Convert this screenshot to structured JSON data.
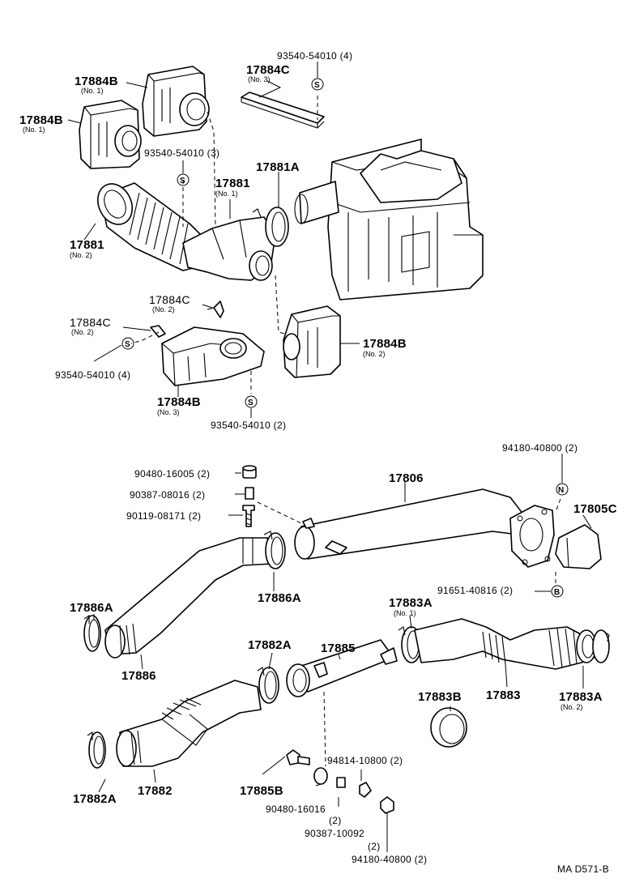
{
  "labels": {
    "p17884B_no1_top": "17884B",
    "p17884B_no1_top_sub": "(No. 1)",
    "p17884B_no1_left": "17884B",
    "p17884B_no1_left_sub": "(No. 1)",
    "p17884C_no3": "17884C",
    "p17884C_no3_sub": "(No. 3)",
    "s93540_4_top": "93540-54010 (4)",
    "s93540_3": "93540-54010 (3)",
    "p17881A": "17881A",
    "p17881_no1": "17881",
    "p17881_no1_sub": "(No. 1)",
    "p17881_no2": "17881",
    "p17881_no2_sub": "(No. 2)",
    "p17884C_no2_a": "17884C",
    "p17884C_no2_a_sub": "(No. 2)",
    "p17884C_no2_b": "17884C",
    "p17884C_no2_b_sub": "(No. 2)",
    "s93540_4_left": "93540-54010 (4)",
    "p17884B_no3": "17884B",
    "p17884B_no3_sub": "(No. 3)",
    "p17884B_no2": "17884B",
    "p17884B_no2_sub": "(No. 2)",
    "s93540_2": "93540-54010 (2)",
    "n94180_top": "94180-40800 (2)",
    "p17806": "17806",
    "p17805C": "17805C",
    "c90480_16005": "90480-16005 (2)",
    "c90387_08016": "90387-08016 (2)",
    "c90119_08171": "90119-08171 (2)",
    "b91651": "91651-40816 (2)",
    "p17886A_left": "17886A",
    "p17886A_mid": "17886A",
    "p17883A_no1": "17883A",
    "p17883A_no1_sub": "(No. 1)",
    "p17885": "17885",
    "p17882A_top": "17882A",
    "p17886": "17886",
    "p17883B": "17883B",
    "p17883": "17883",
    "p17883A_no2": "17883A",
    "p17883A_no2_sub": "(No. 2)",
    "c94814": "94814-10800 (2)",
    "p17885B": "17885B",
    "c90480_16016": "90480-16016",
    "c90480_16016_qty": "(2)",
    "c90387_10092": "90387-10092",
    "c90387_10092_qty": "(2)",
    "c94180_bottom": "94180-40800 (2)",
    "p17882A_bottom": "17882A",
    "p17882": "17882",
    "ref_code": "MA D571-B"
  },
  "symbols": {
    "s": "S",
    "n": "N",
    "b": "B"
  }
}
